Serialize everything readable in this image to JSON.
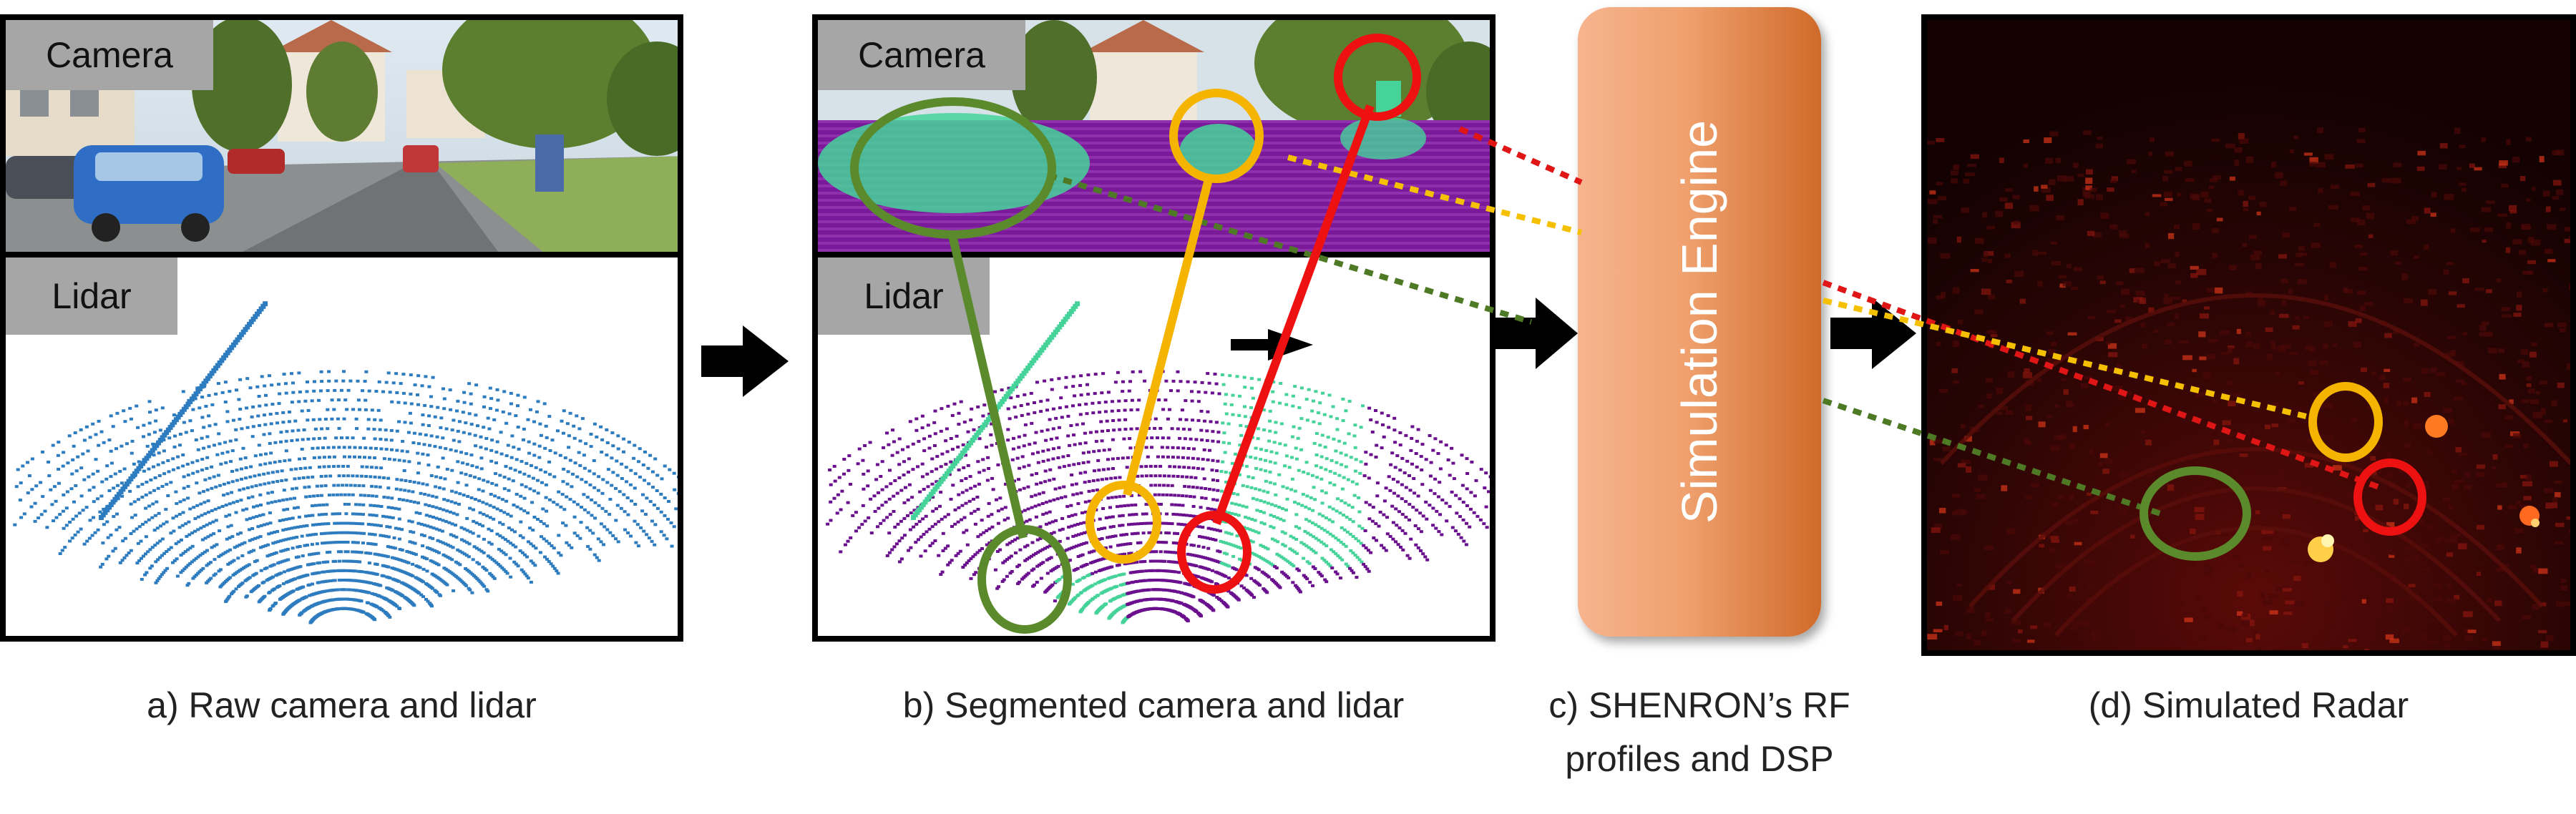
{
  "panel_a": {
    "camera_tag": "Camera",
    "lidar_tag": "Lidar",
    "caption": "a) Raw camera and lidar"
  },
  "panel_b": {
    "camera_tag": "Camera",
    "lidar_tag": "Lidar",
    "caption": "b) Segmented camera and lidar"
  },
  "panel_c": {
    "engine_label": "Simulation Engine",
    "caption_line1": "c) SHENRON’s RF",
    "caption_line2": "profiles and DSP"
  },
  "panel_d": {
    "caption": "(d) Simulated Radar"
  },
  "colors": {
    "lidar_raw": "#2e7cc0",
    "seg_purple": "#6a0f8e",
    "seg_teal": "#45d39a",
    "green_marker": "#5a8a2c",
    "yellow_marker": "#f5b400",
    "red_marker": "#ee1111",
    "radar_bg": "#1b0303",
    "engine_orange": "#e8874a"
  }
}
